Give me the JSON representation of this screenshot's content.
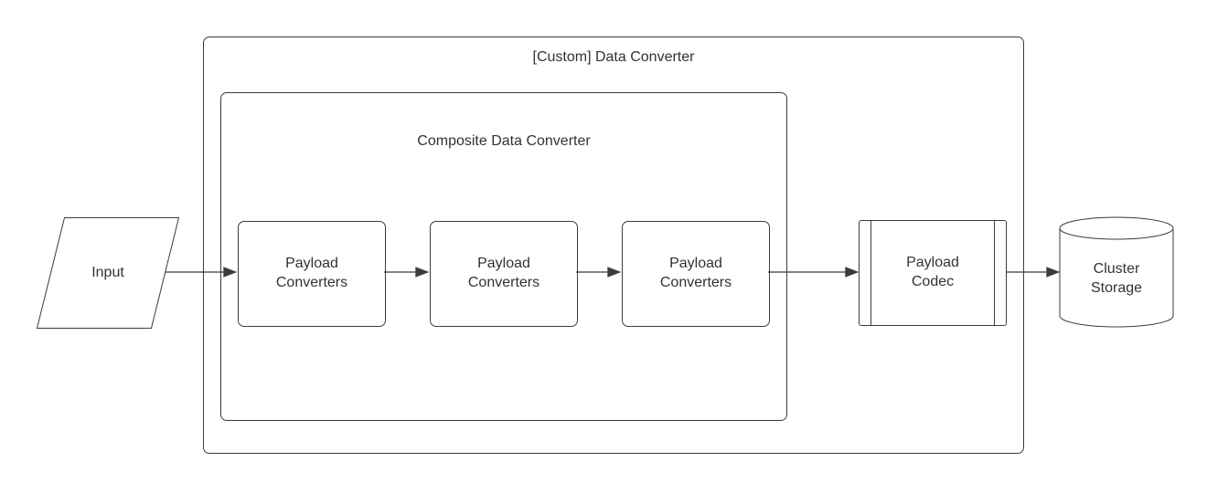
{
  "containers": {
    "custom_data_converter": {
      "label": "[Custom] Data Converter"
    },
    "composite_data_converter": {
      "label": "Composite Data Converter"
    }
  },
  "nodes": {
    "input": {
      "label": "Input",
      "shape": "parallelogram"
    },
    "payload_converters_1": {
      "label": "Payload Converters",
      "shape": "rounded-rectangle"
    },
    "payload_converters_2": {
      "label": "Payload Converters",
      "shape": "rounded-rectangle"
    },
    "payload_converters_3": {
      "label": "Payload Converters",
      "shape": "rounded-rectangle"
    },
    "payload_codec": {
      "label": "Payload Codec",
      "shape": "predefined-process"
    },
    "cluster_storage": {
      "label": "Cluster Storage",
      "shape": "cylinder"
    }
  },
  "edges": [
    {
      "from": "input",
      "to": "payload_converters_1"
    },
    {
      "from": "payload_converters_1",
      "to": "payload_converters_2"
    },
    {
      "from": "payload_converters_2",
      "to": "payload_converters_3"
    },
    {
      "from": "payload_converters_3",
      "to": "payload_codec"
    },
    {
      "from": "payload_codec",
      "to": "cluster_storage"
    }
  ],
  "colors": {
    "background": "#ffffff",
    "stroke": "#3b3b3b",
    "text": "#333333",
    "node_fill": "#ffffff"
  }
}
